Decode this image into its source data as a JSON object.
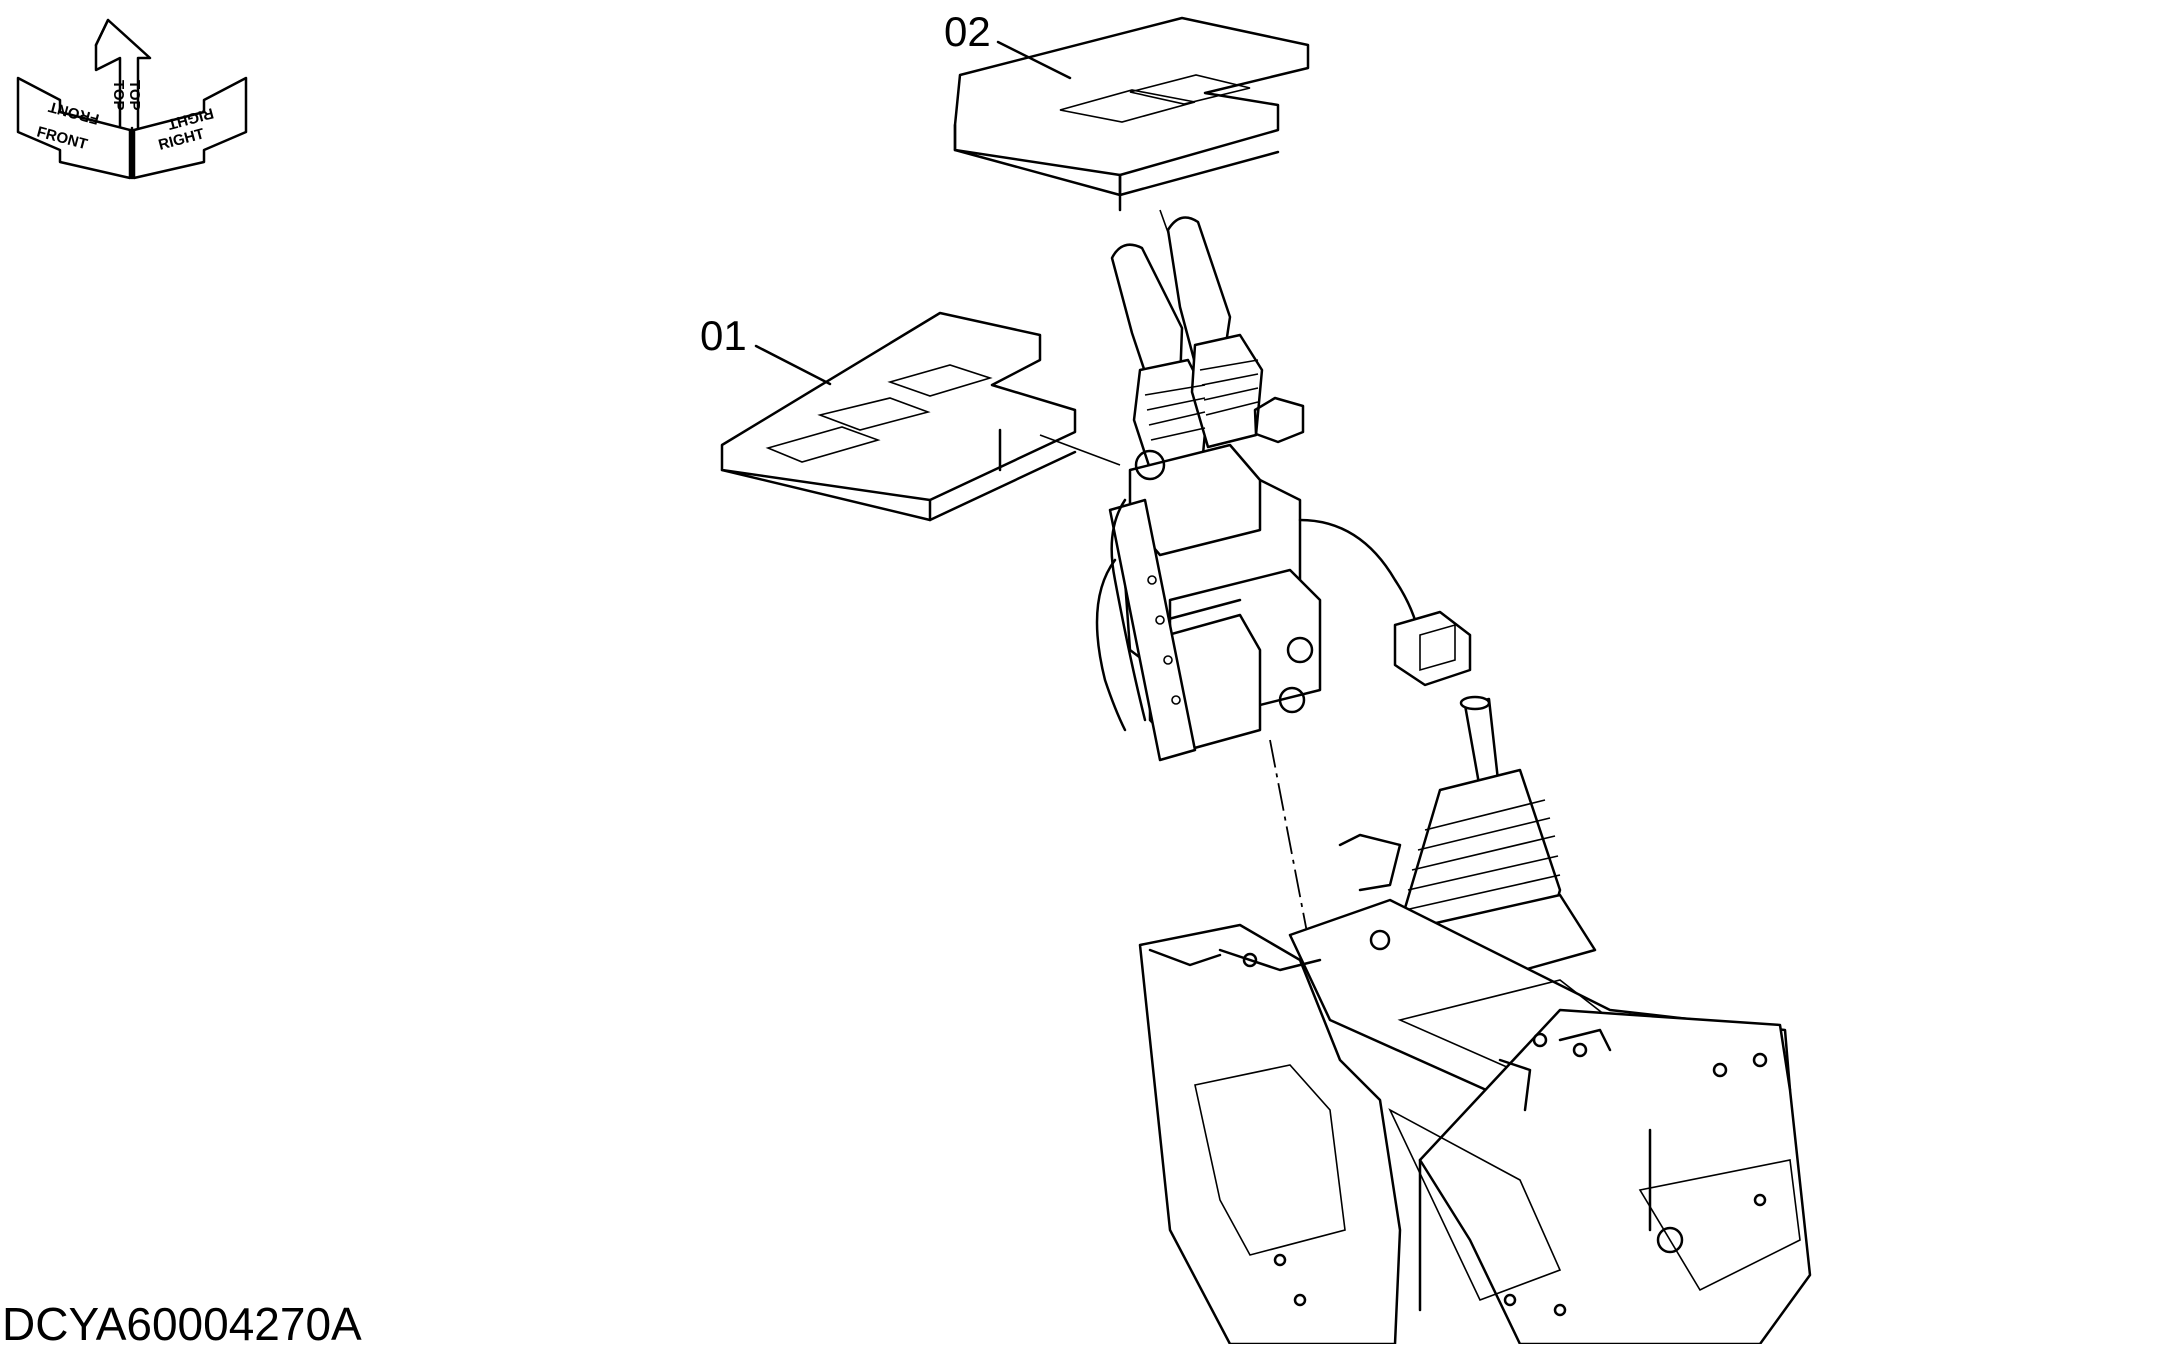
{
  "orientation": {
    "labels": {
      "top": "TOP",
      "front": "FRONT",
      "right": "RIGHT"
    },
    "icon": "orientation-arrows-icon"
  },
  "callouts": [
    {
      "label": "01",
      "part": "foam-pad-left"
    },
    {
      "label": "02",
      "part": "foam-pad-right"
    }
  ],
  "drawing_code": "DCYA60004270A"
}
